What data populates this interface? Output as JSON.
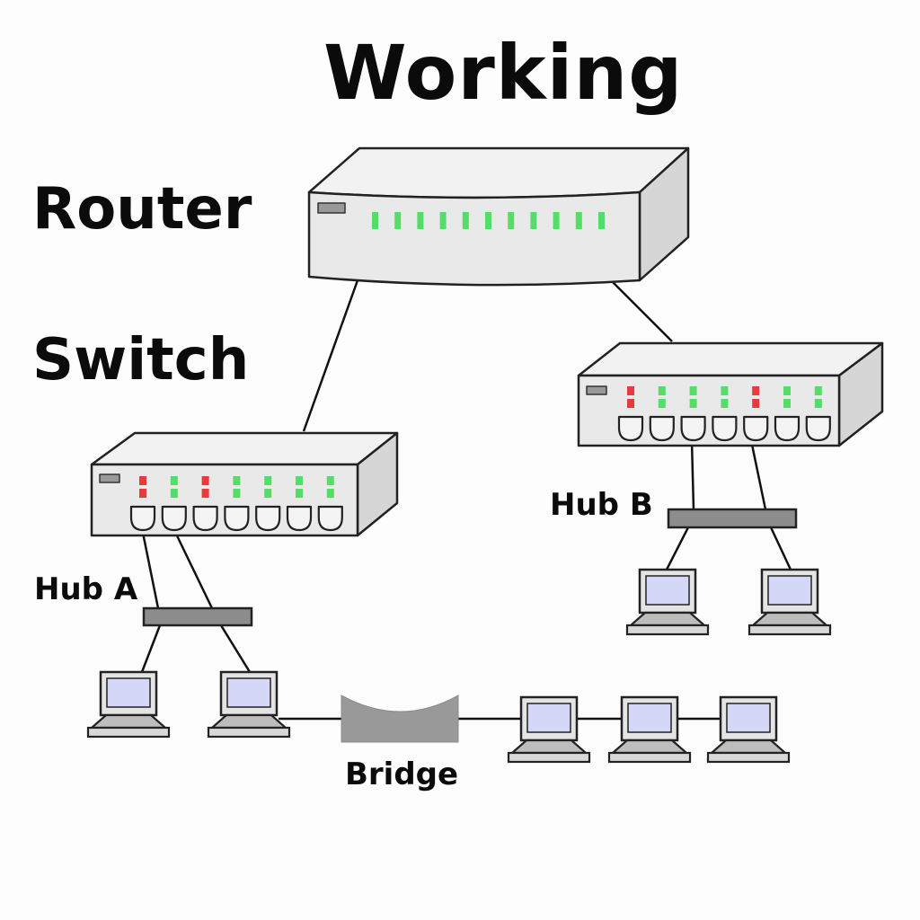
{
  "diagram": {
    "title": "Working",
    "labels": {
      "router": "Router",
      "switch": "Switch",
      "hub_a": "Hub A",
      "hub_b": "Hub B",
      "bridge": "Bridge"
    },
    "router": {
      "led_count": 11
    },
    "switch_left": {
      "ports": 7,
      "led_colors": [
        "red",
        "green",
        "red",
        "green",
        "green",
        "green",
        "green"
      ]
    },
    "switch_right": {
      "ports": 7,
      "led_colors": [
        "red",
        "green",
        "green",
        "green",
        "red",
        "green",
        "green"
      ]
    },
    "computers": {
      "hub_a_group": 2,
      "hub_b_group": 2,
      "bridge_segment": 3
    },
    "colors": {
      "led_green": "#55dd6a",
      "led_red": "#e8393c",
      "device_body": "#e6e6e6",
      "hub_bar": "#8d8d8d",
      "bridge": "#999999",
      "screen": "#d5d7f7"
    }
  }
}
